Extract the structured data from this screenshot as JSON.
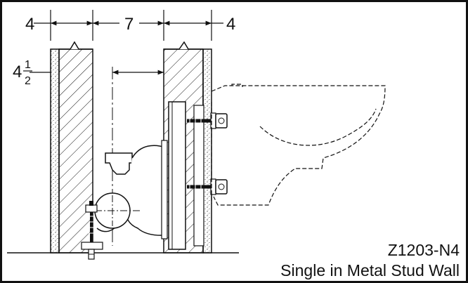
{
  "drawing": {
    "code": "Z1203-N4",
    "description": "Single in Metal Stud Wall"
  },
  "dimensions": {
    "left_wall": "4",
    "cavity": "7",
    "right_wall": "4",
    "offset_whole": "4",
    "offset_num": "1",
    "offset_den": "2"
  },
  "colors": {
    "line": "#111111",
    "background": "#ffffff"
  }
}
